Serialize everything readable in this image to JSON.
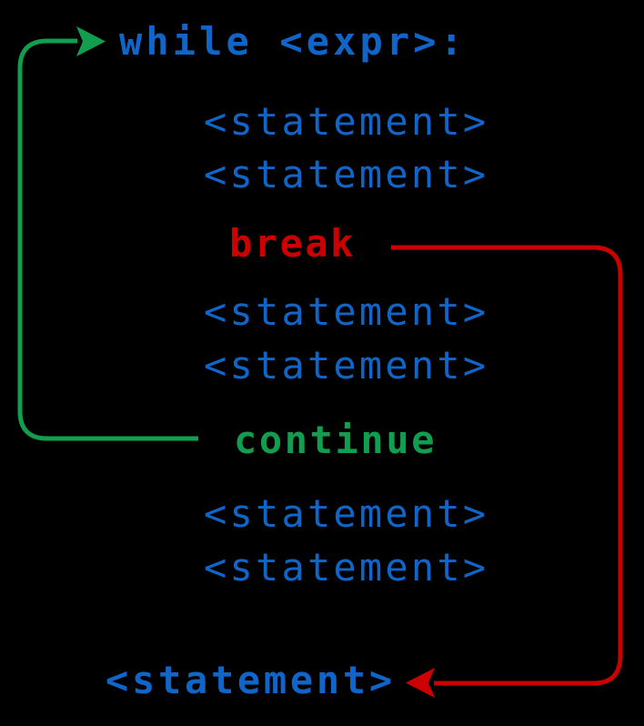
{
  "colors": {
    "background": "#000000",
    "blue": "#1065C8",
    "red": "#CC0000",
    "green": "#129E4F"
  },
  "code": {
    "while_header": "while <expr>:",
    "statement": "<statement>",
    "break_keyword": "break",
    "continue_keyword": "continue",
    "final_statement": "<statement>"
  },
  "arrows": [
    {
      "name": "continue-loop-back-arrow",
      "color": "#129E4F",
      "from": "continue",
      "to": "while <expr>:"
    },
    {
      "name": "break-exit-arrow",
      "color": "#CC0000",
      "from": "break",
      "to": "<statement>"
    }
  ]
}
